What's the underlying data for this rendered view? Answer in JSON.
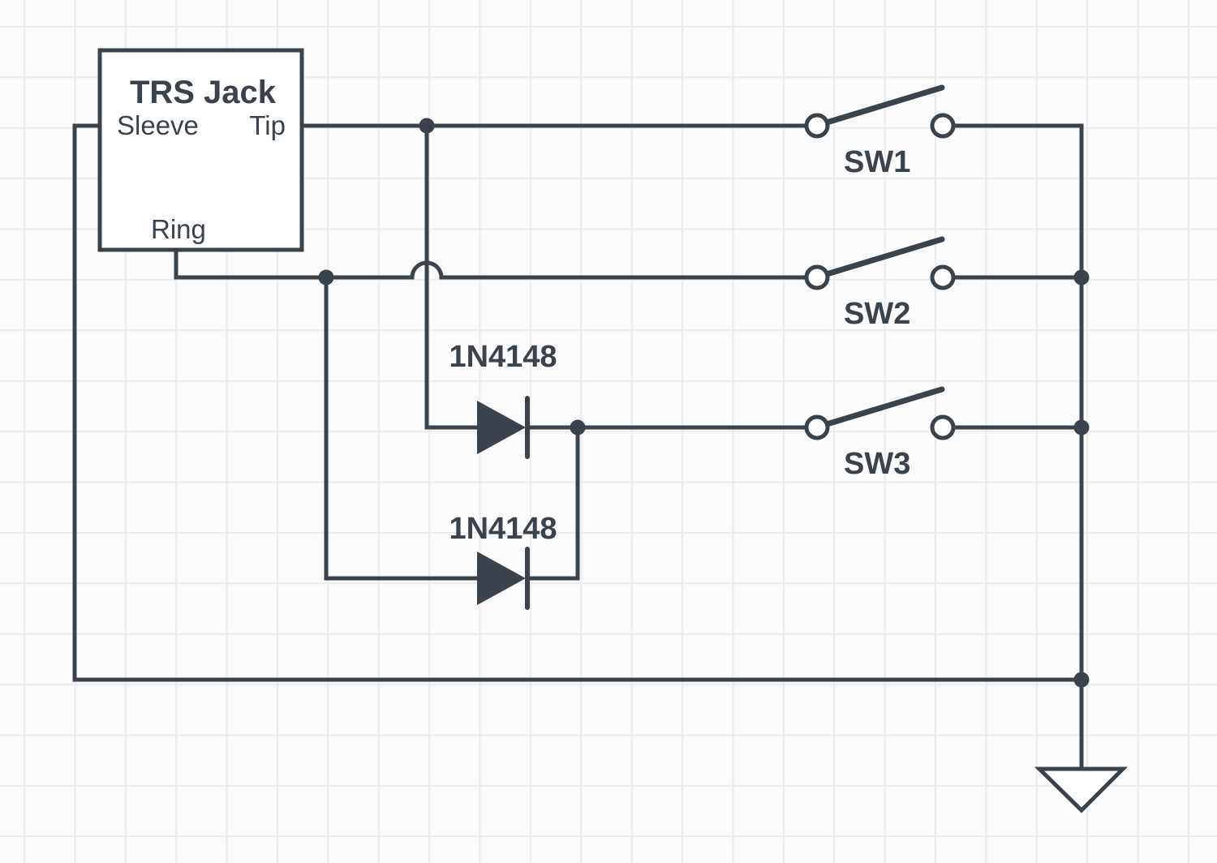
{
  "colors": {
    "wire": "#3a434b",
    "background": "#fbfbfb",
    "grid": "#ececec",
    "box-fill": "#ffffff"
  },
  "trs_jack": {
    "title": "TRS Jack",
    "pin_sleeve": "Sleeve",
    "pin_tip": "Tip",
    "pin_ring": "Ring"
  },
  "switches": [
    {
      "label": "SW1"
    },
    {
      "label": "SW2"
    },
    {
      "label": "SW3"
    }
  ],
  "diodes": [
    {
      "label": "1N4148"
    },
    {
      "label": "1N4148"
    }
  ]
}
